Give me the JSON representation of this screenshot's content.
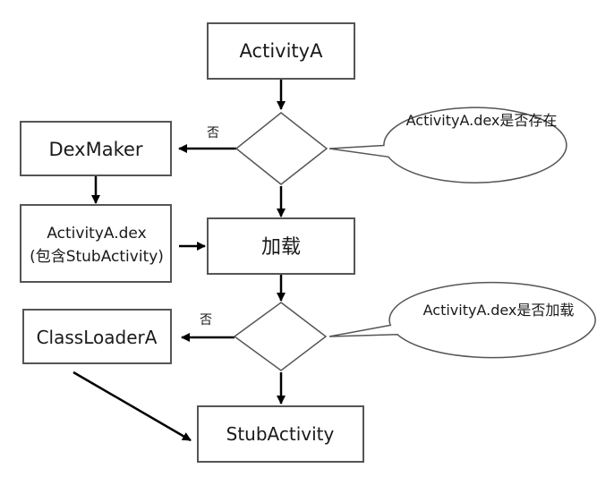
{
  "nodes": {
    "activity_a": "ActivityA",
    "dexmaker": "DexMaker",
    "activity_a_dex_line1": "ActivityA.dex",
    "activity_a_dex_line2": "(包含StubActivity)",
    "load": "加载",
    "classloader_a": "ClassLoaderA",
    "stub_activity": "StubActivity"
  },
  "decisions": {
    "dex_exists_question": "ActivityA.dex是否存在",
    "dex_loaded_question": "ActivityA.dex是否加载",
    "no_label_1": "否",
    "no_label_2": "否"
  }
}
